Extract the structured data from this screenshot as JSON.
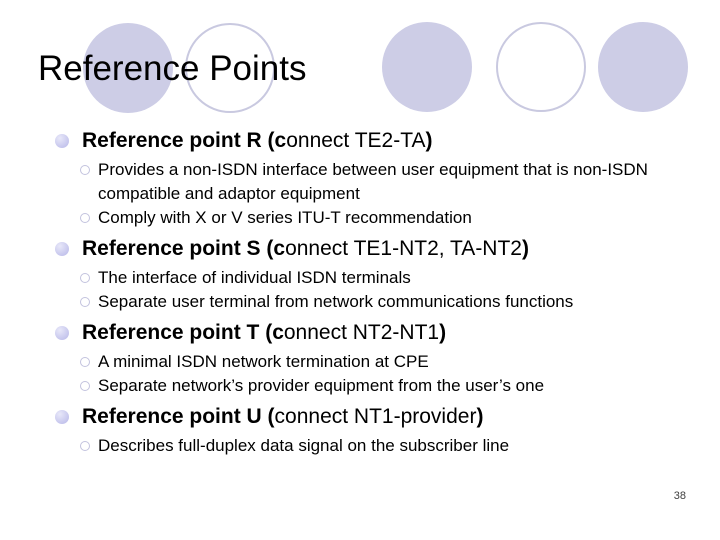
{
  "slide": {
    "title": "Reference Points",
    "page_number": "38",
    "colors": {
      "circle-fill": "#cdcde6",
      "circle-outline": "#c9c9e0",
      "bullet1-fill": "#c3c3ec",
      "bullet2-ring": "#c3c3de",
      "text": "#000000",
      "page-number": "#404040"
    },
    "sections": [
      {
        "heading": {
          "bold_start": "Reference point R (c",
          "regular": "onnect TE2-TA",
          "bold_end": ")"
        },
        "subitems": [
          "Provides a non-ISDN interface between user equipment that is non-ISDN compatible and adaptor equipment",
          "Comply with X or V series ITU-T recommendation"
        ]
      },
      {
        "heading": {
          "bold_start": "Reference point S (c",
          "regular": "onnect TE1-NT2, TA-NT2",
          "bold_end": ")"
        },
        "subitems": [
          "The interface of individual ISDN terminals",
          "Separate user terminal from network communications functions"
        ]
      },
      {
        "heading": {
          "bold_start": "Reference point T (c",
          "regular": "onnect NT2-NT1",
          "bold_end": ")"
        },
        "subitems": [
          "A minimal ISDN network termination at CPE",
          "Separate network’s provider equipment from the user’s one"
        ]
      },
      {
        "heading": {
          "bold_start": "Reference point U (",
          "regular": "connect NT1-provider",
          "bold_end": ")"
        },
        "subitems": [
          "Describes full-duplex data signal on the subscriber line"
        ]
      }
    ]
  }
}
